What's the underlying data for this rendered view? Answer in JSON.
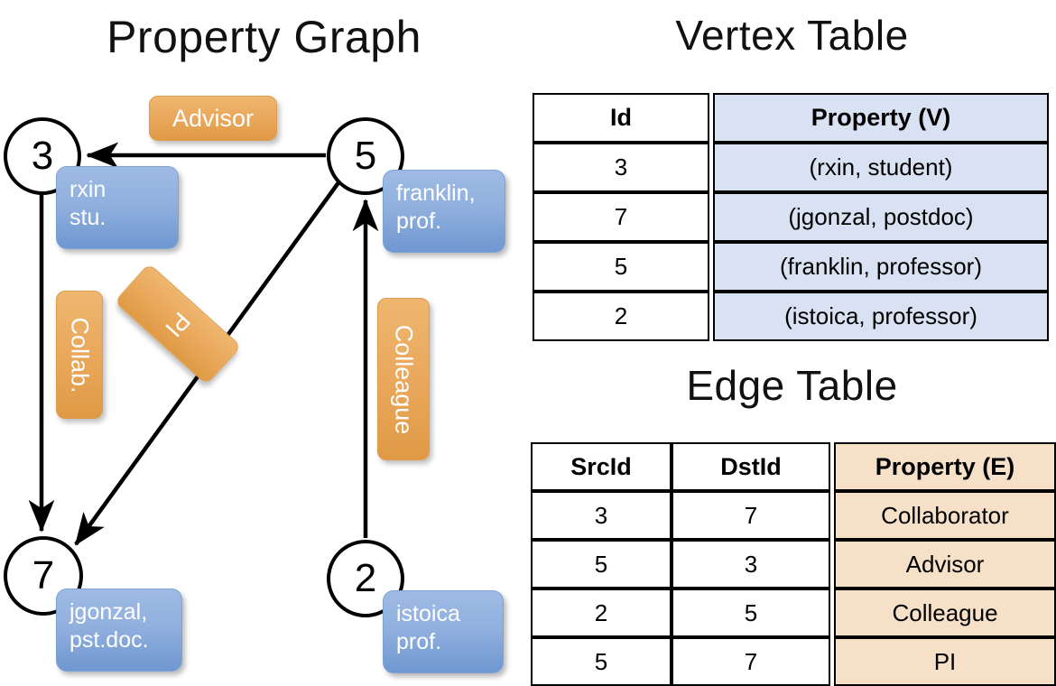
{
  "titles": {
    "property_graph": "Property Graph",
    "vertex_table": "Vertex Table",
    "edge_table": "Edge Table"
  },
  "colors": {
    "vertex_property_fill": "#d8e2f2",
    "edge_property_fill": "#f6e0c8",
    "vertex_box_blue": "#8fb0dd",
    "edge_label_orange": "#e9a85c",
    "stroke": "#000000",
    "background": "#ffffff"
  },
  "graph": {
    "nodes": [
      {
        "id": "3",
        "property_lines": [
          "rxin",
          "stu."
        ]
      },
      {
        "id": "5",
        "property_lines": [
          "franklin,",
          "prof."
        ]
      },
      {
        "id": "7",
        "property_lines": [
          "jgonzal,",
          "pst.doc."
        ]
      },
      {
        "id": "2",
        "property_lines": [
          "istoica",
          "prof."
        ]
      }
    ],
    "edge_labels": [
      {
        "name": "advisor",
        "text": "Advisor",
        "orientation": "horizontal"
      },
      {
        "name": "collab",
        "text": "Collab.",
        "orientation": "vertical"
      },
      {
        "name": "pi",
        "text": "PI",
        "orientation": "diagonal"
      },
      {
        "name": "colleague",
        "text": "Colleague",
        "orientation": "vertical"
      }
    ],
    "edges": [
      {
        "src": "5",
        "dst": "3",
        "label": "Advisor"
      },
      {
        "src": "3",
        "dst": "7",
        "label": "Collab."
      },
      {
        "src": "5",
        "dst": "7",
        "label": "PI"
      },
      {
        "src": "2",
        "dst": "5",
        "label": "Colleague"
      }
    ]
  },
  "vertex_table": {
    "headers": {
      "id": "Id",
      "property": "Property (V)"
    },
    "rows": [
      {
        "id": "3",
        "property": "(rxin, student)"
      },
      {
        "id": "7",
        "property": "(jgonzal, postdoc)"
      },
      {
        "id": "5",
        "property": "(franklin, professor)"
      },
      {
        "id": "2",
        "property": "(istoica, professor)"
      }
    ]
  },
  "edge_table": {
    "headers": {
      "src": "SrcId",
      "dst": "DstId",
      "property": "Property (E)"
    },
    "rows": [
      {
        "src": "3",
        "dst": "7",
        "property": "Collaborator"
      },
      {
        "src": "5",
        "dst": "3",
        "property": "Advisor"
      },
      {
        "src": "2",
        "dst": "5",
        "property": "Colleague"
      },
      {
        "src": "5",
        "dst": "7",
        "property": "PI"
      }
    ]
  }
}
